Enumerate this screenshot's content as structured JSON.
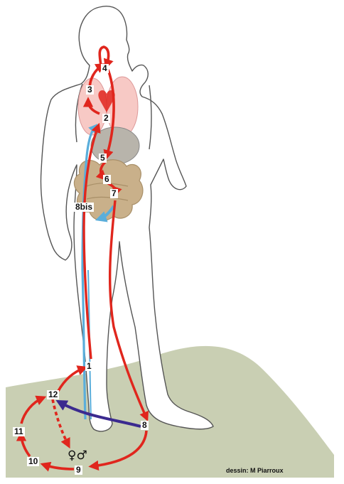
{
  "figure": {
    "credit": "dessin: M Piarroux",
    "sex_symbol": "♀♂",
    "stage_labels": [
      "1",
      "2",
      "3",
      "4",
      "5",
      "6",
      "7",
      "8",
      "8bis",
      "9",
      "10",
      "11",
      "12"
    ]
  },
  "colors": {
    "ground": "#c9cfb3",
    "body_outline": "#555555",
    "arrow_red": "#e0261d",
    "arrow_blue": "#5aaedb",
    "arrow_purple": "#3b2a8f",
    "lungs": "#f7c9c5",
    "heart": "#e0261d",
    "intestine": "#c9b08a",
    "stomach": "#b8b4ab"
  }
}
